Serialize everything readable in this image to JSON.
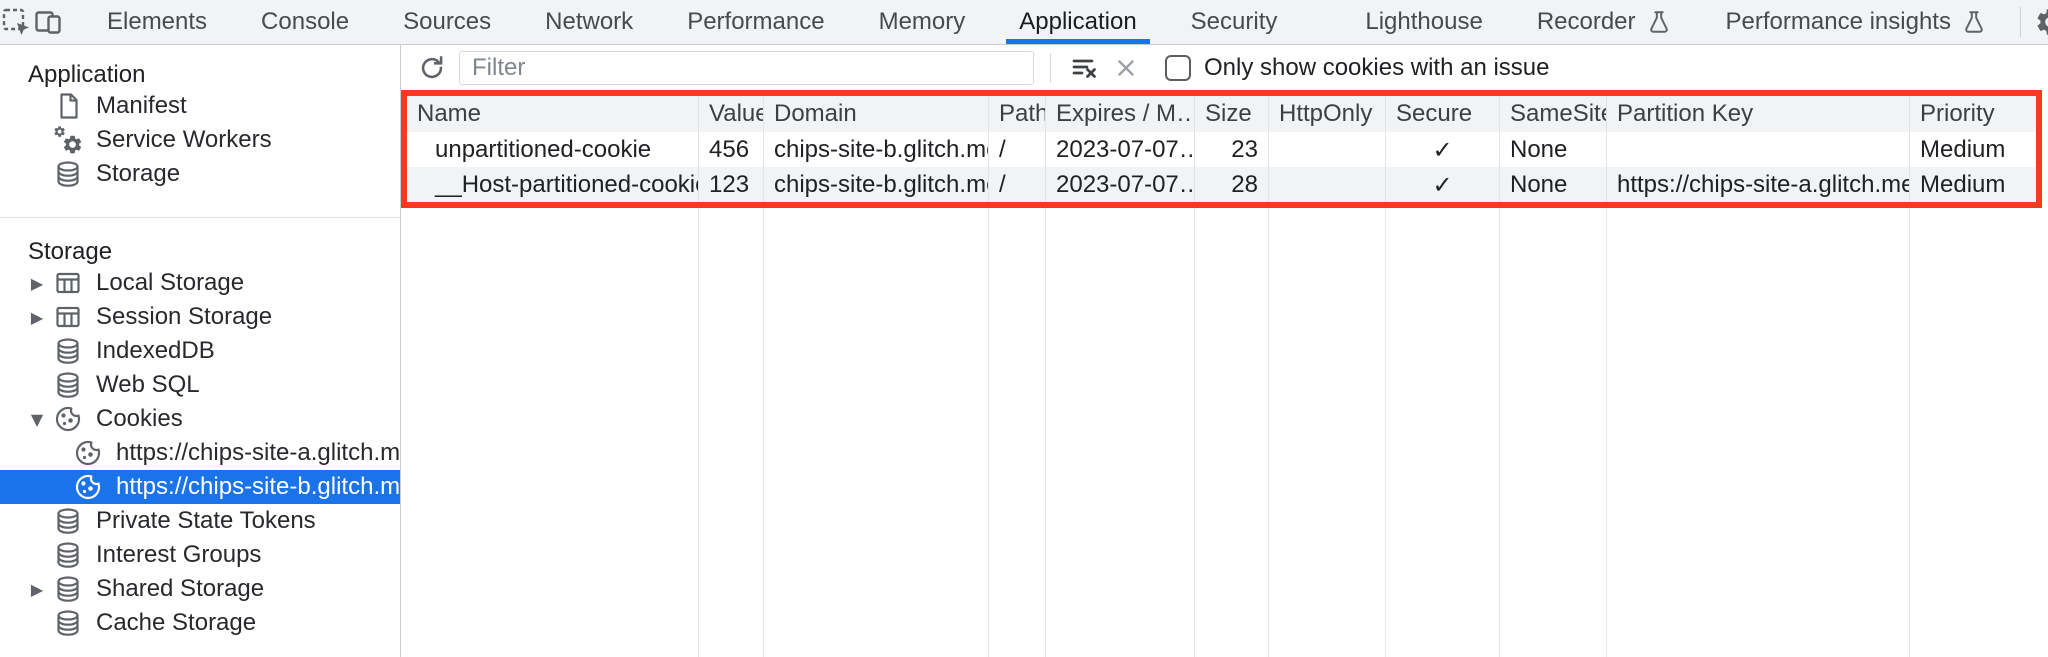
{
  "colors": {
    "accent_blue": "#1a73e8",
    "highlight_red": "#f53a21",
    "toolbar_bg": "#f1f3f4"
  },
  "tab_bar": {
    "tabs": [
      "Elements",
      "Console",
      "Sources",
      "Network",
      "Performance",
      "Memory",
      "Application",
      "Security",
      "Lighthouse",
      "Recorder",
      "Performance insights"
    ],
    "selected": "Application"
  },
  "sidebar": {
    "sections": [
      {
        "title": "Application",
        "items": [
          {
            "label": "Manifest"
          },
          {
            "label": "Service Workers"
          },
          {
            "label": "Storage"
          }
        ]
      },
      {
        "title": "Storage",
        "items": [
          {
            "label": "Local Storage",
            "expander": "collapsed"
          },
          {
            "label": "Session Storage",
            "expander": "collapsed"
          },
          {
            "label": "IndexedDB"
          },
          {
            "label": "Web SQL"
          },
          {
            "label": "Cookies",
            "expander": "expanded",
            "children": [
              {
                "label": "https://chips-site-a.glitch.me"
              },
              {
                "label": "https://chips-site-b.glitch.me",
                "selected": true
              }
            ]
          },
          {
            "label": "Private State Tokens"
          },
          {
            "label": "Interest Groups"
          },
          {
            "label": "Shared Storage",
            "expander": "collapsed"
          },
          {
            "label": "Cache Storage"
          }
        ]
      }
    ],
    "expander_collapsed": "▶",
    "expander_expanded": "▼"
  },
  "cookie_toolbar": {
    "filter_placeholder": "Filter",
    "filter_value": "",
    "checkbox_checked": false,
    "checkbox_label": "Only show cookies with an issue"
  },
  "cookie_table": {
    "columns": [
      "Name",
      "Value",
      "Domain",
      "Path",
      "Expires / M…",
      "Size",
      "HttpOnly",
      "Secure",
      "SameSite",
      "Partition Key",
      "Priority"
    ],
    "rows": [
      {
        "name": "unpartitioned-cookie",
        "value": "456",
        "domain": "chips-site-b.glitch.me",
        "path": "/",
        "expires": "2023-07-07…",
        "size": "23",
        "http_only": "",
        "secure": "✓",
        "same_site": "None",
        "partition_key": "",
        "priority": "Medium"
      },
      {
        "name": "__Host-partitioned-cookie",
        "value": "123",
        "domain": "chips-site-b.glitch.me",
        "path": "/",
        "expires": "2023-07-07…",
        "size": "28",
        "http_only": "",
        "secure": "✓",
        "same_site": "None",
        "partition_key": "https://chips-site-a.glitch.me",
        "priority": "Medium"
      }
    ]
  }
}
